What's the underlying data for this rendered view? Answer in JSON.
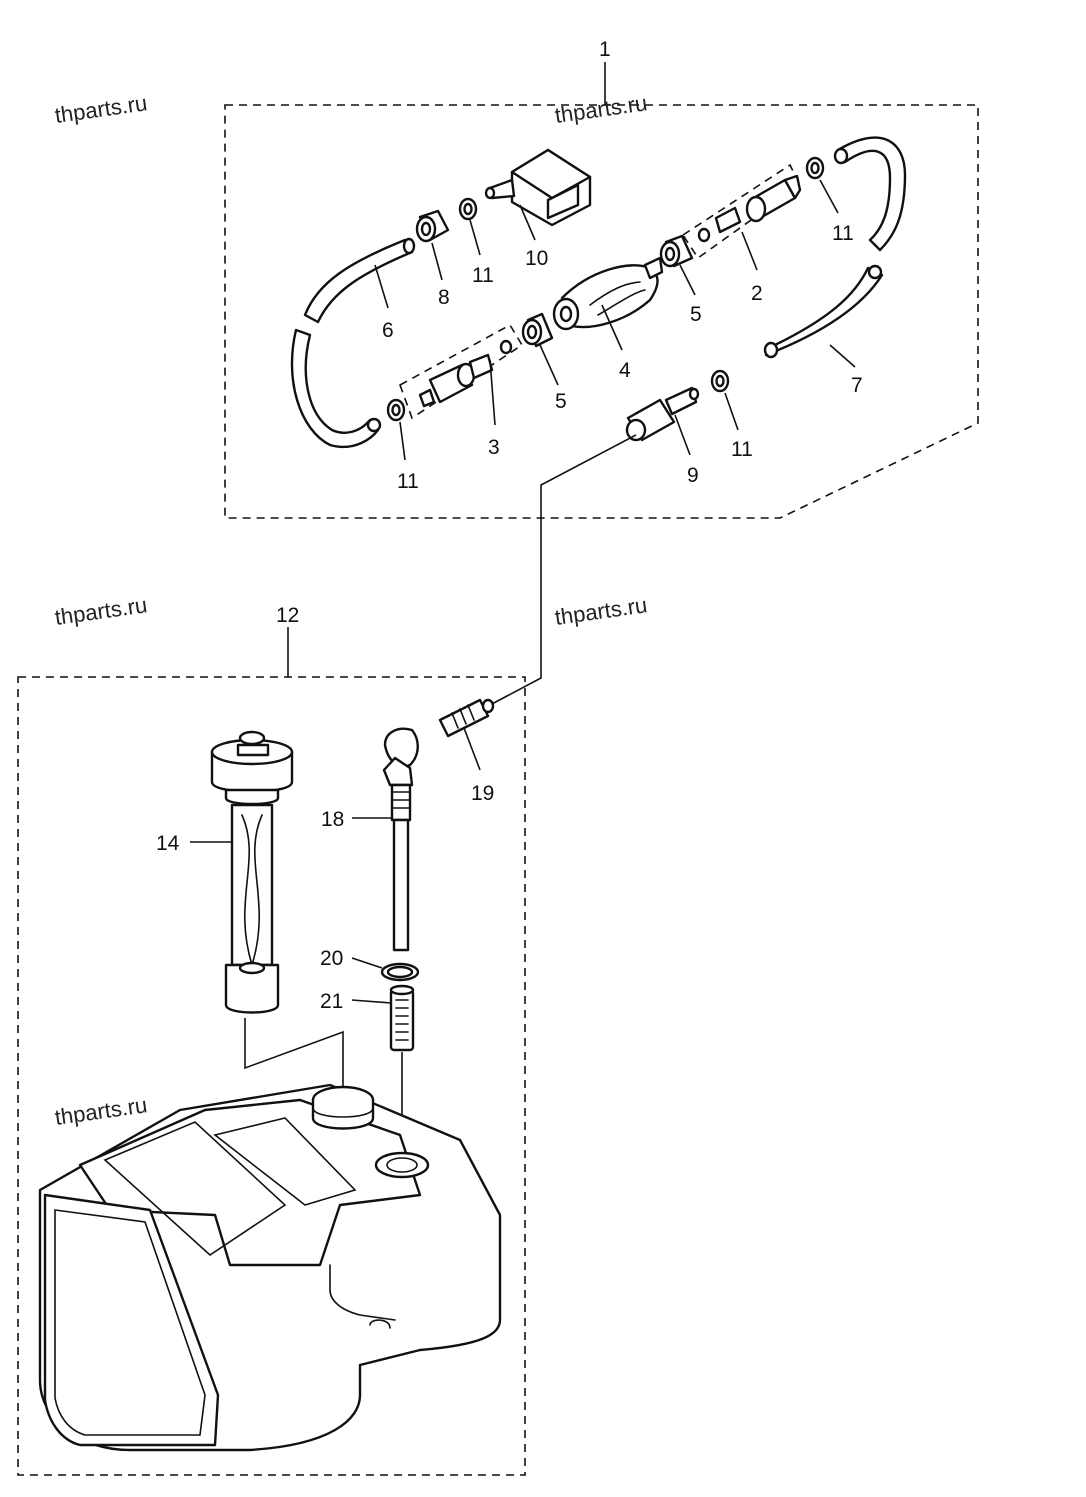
{
  "watermark": "thparts.ru",
  "callouts": {
    "c1": "1",
    "c2": "2",
    "c3": "3",
    "c4": "4",
    "c5a": "5",
    "c5b": "5",
    "c6": "6",
    "c7": "7",
    "c8": "8",
    "c9": "9",
    "c10": "10",
    "c11a": "11",
    "c11b": "11",
    "c11c": "11",
    "c11d": "11",
    "c12": "12",
    "c14": "14",
    "c18": "18",
    "c19": "19",
    "c20": "20",
    "c21": "21"
  }
}
